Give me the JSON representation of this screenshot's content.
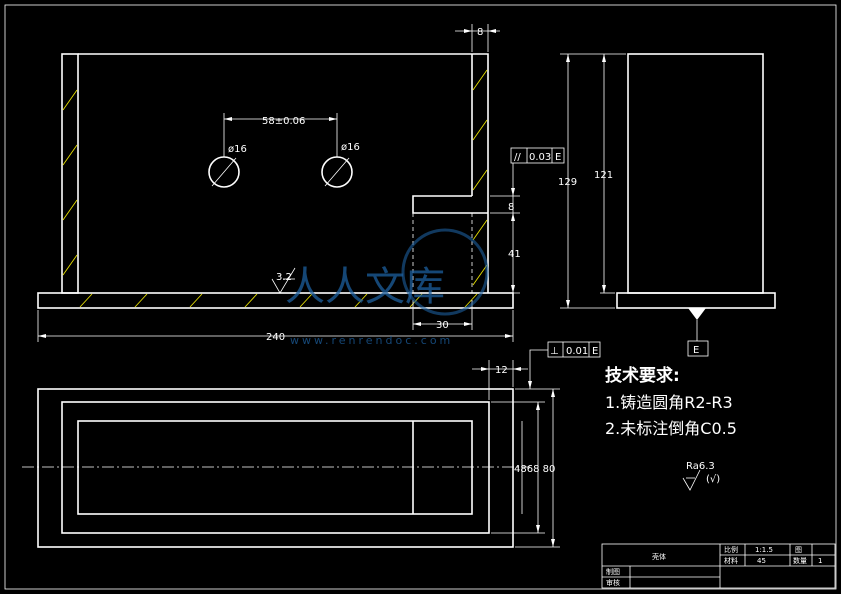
{
  "dimensions": {
    "top_wall": "8",
    "hole_spacing": "58±0.06",
    "hole_left": "ø16",
    "hole_right": "ø16",
    "roughness_front": "3.2",
    "parallel_symbol": "//",
    "parallel_tol": "0.03",
    "parallel_datum": "E",
    "step_height": "8",
    "step_depth": "41",
    "step_width": "30",
    "overall_length": "240",
    "side_total": "129",
    "side_inner": "121",
    "datum_label": "E",
    "perp_symbol": "⊥",
    "perp_tol": "0.01",
    "perp_datum": "E",
    "top_wall_plan": "12",
    "plan_widths": "4868 80"
  },
  "notes": {
    "title": "技术要求:",
    "line1": "1.铸造圆角R2-R3",
    "line2": "2.未标注倒角C0.5"
  },
  "roughness_symbol": {
    "value": "Ra6.3",
    "rest": "(√)"
  },
  "watermark": {
    "text": "人人文库",
    "url": "www.renrendoc.com"
  },
  "title_block": {
    "name": "壳体",
    "scale_label": "比例",
    "scale_value": "1:1.5",
    "material_label": "材料",
    "material_value": "45",
    "drawing_label": "图",
    "qty_label": "数量",
    "qty_value": "1",
    "drawn_label": "制图",
    "checked_label": "审核"
  },
  "colors": {
    "background": "#000000",
    "lines": "#ffffff",
    "hatch": "#e8e000",
    "watermark": "#1d5f9e"
  }
}
